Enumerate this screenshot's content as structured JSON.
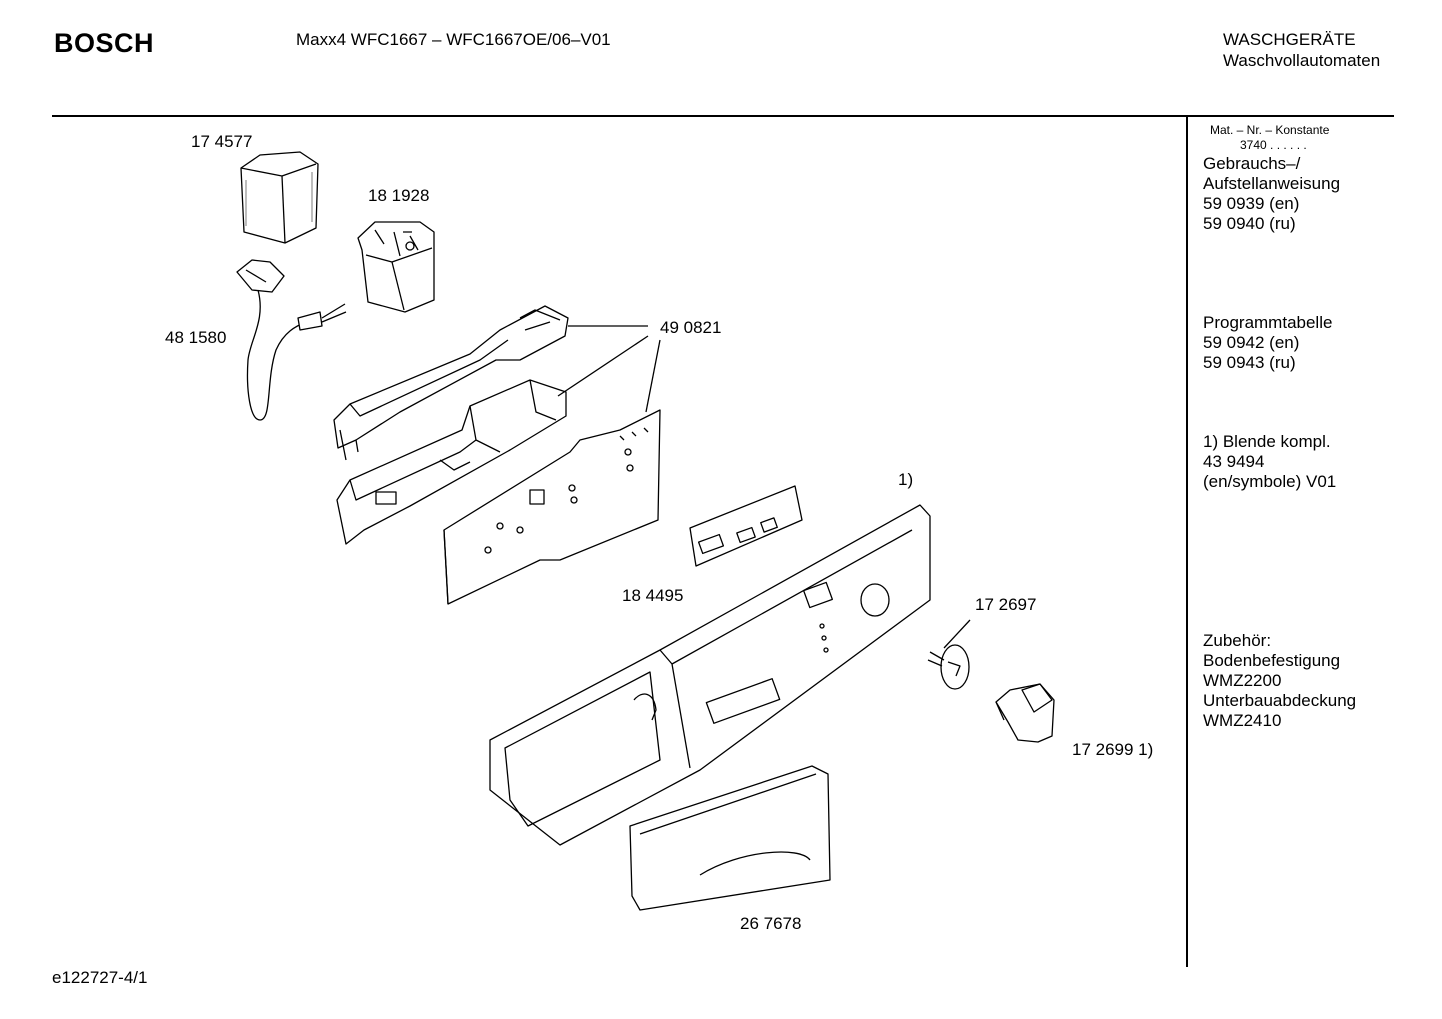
{
  "header": {
    "brand": "BOSCH",
    "model": "Maxx4 WFC1667 – WFC1667OE/06–V01",
    "category_line1": "WASCHGERÄTE",
    "category_line2": "Waschvollautomaten"
  },
  "sidebar": {
    "mat_label": "Mat. – Nr. – Konstante",
    "mat_value": "3740 .  .  .  .  .  .",
    "manual": [
      "Gebrauchs–/",
      "Aufstellanweisung",
      "59 0939 (en)",
      "59 0940 (ru)"
    ],
    "program": [
      "Programmtabelle",
      "59 0942 (en)",
      "59 0943 (ru)"
    ],
    "panel": [
      "1) Blende kompl.",
      "43 9494",
      "(en/symbole) V01"
    ],
    "accessories": [
      "Zubehör:",
      "Bodenbefestigung",
      "WMZ2200",
      "Unterbauabdeckung",
      "WMZ2410"
    ]
  },
  "parts": {
    "p174577": "17 4577",
    "p181928": "18 1928",
    "p481580": "48 1580",
    "p490821": "49 0821",
    "p184495": "18 4495",
    "note1": "1)",
    "p172697": "17 2697",
    "p172699": "17 2699 1)",
    "p267678": "26 7678"
  },
  "footer": {
    "doc_id": "e122727-4/1"
  }
}
